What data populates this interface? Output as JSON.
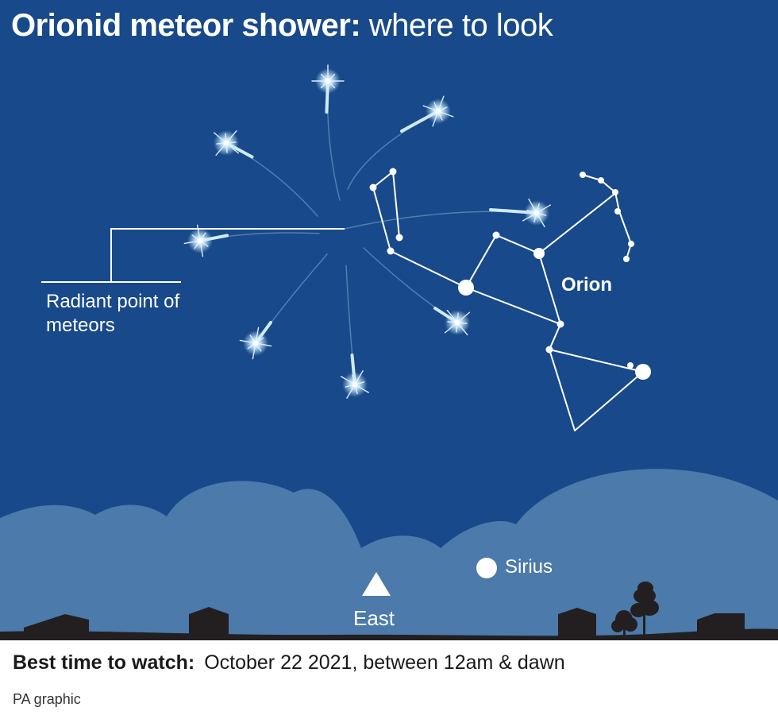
{
  "headline": {
    "bold": "Orionid meteor shower:",
    "regular": "where to look"
  },
  "labels": {
    "radiant": "Radiant point of meteors",
    "orion": "Orion",
    "sirius": "Sirius",
    "east": "East"
  },
  "footer": {
    "best_label": "Best time to watch:",
    "best_value": "October 22 2021, between 12am & dawn",
    "credit": "PA graphic"
  },
  "colors": {
    "sky": "#18498a",
    "clouds": "#4b7aab",
    "ground": "#231f20",
    "meteor": "#bfe3f5",
    "text": "#ffffff"
  }
}
